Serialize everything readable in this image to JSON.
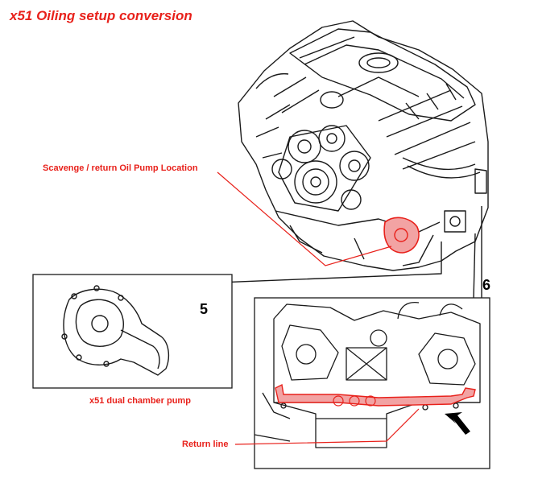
{
  "title": "x51 Oiling setup conversion",
  "callouts": {
    "scavenge_pump": "Scavenge / return Oil Pump Location",
    "dual_pump": "x51 dual chamber pump",
    "return_line": "Return line"
  },
  "detail_numbers": {
    "pump_detail": "5",
    "sump_detail": "6"
  },
  "colors": {
    "accent": "#e8211b",
    "highlight": "#f2a3a3",
    "line": "#1a1a1a"
  }
}
